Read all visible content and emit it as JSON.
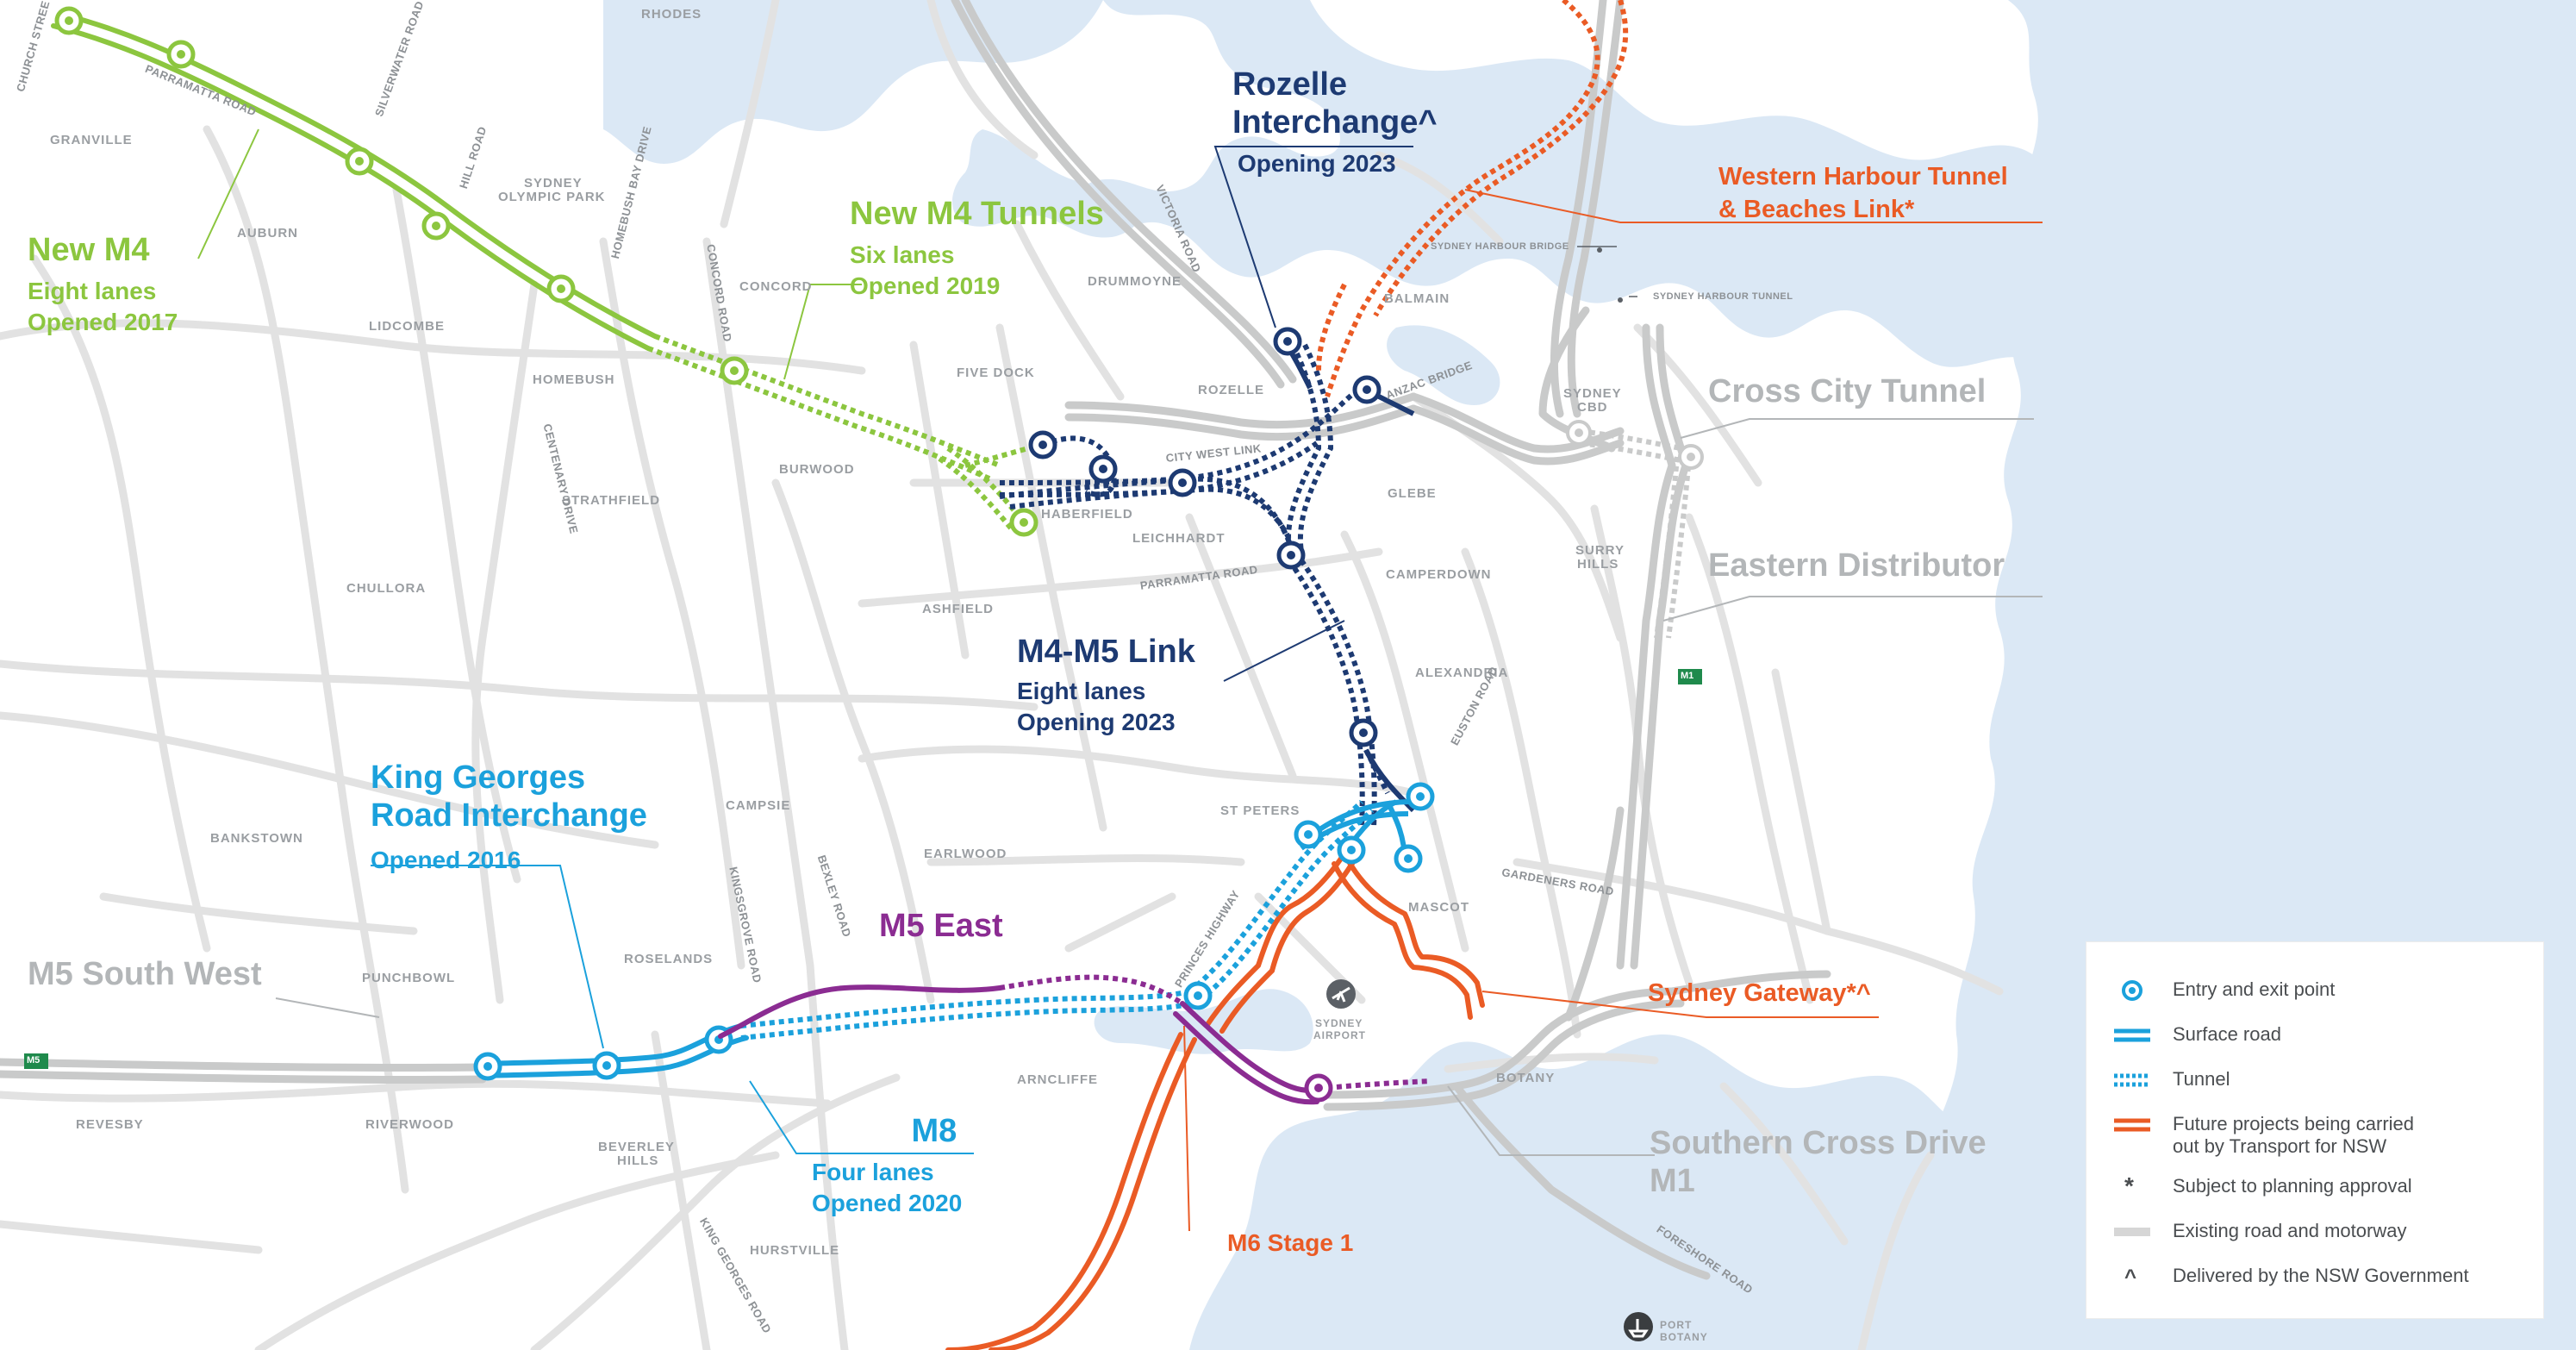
{
  "colors": {
    "water": "#dbe8f5",
    "road": "#e0e0e0",
    "new_m4": "#8cc63f",
    "navy": "#1d3a72",
    "orange": "#ea5b25",
    "sky": "#1ba1dc",
    "purple": "#8b2c92",
    "grey_label": "#b3b6b8"
  },
  "projects": {
    "new_m4": {
      "title": "New M4",
      "line1": "Eight lanes",
      "line2": "Opened 2017"
    },
    "new_m4_tunnels": {
      "title": "New M4 Tunnels",
      "line1": "Six lanes",
      "line2": "Opened 2019"
    },
    "rozelle": {
      "title1": "Rozelle",
      "title2": "Interchange^",
      "line1": "Opening 2023"
    },
    "whtbl": {
      "title1": "Western Harbour Tunnel",
      "title2": "& Beaches Link*"
    },
    "cross_city": {
      "title": "Cross City Tunnel"
    },
    "eastern_dist": {
      "title": "Eastern Distributor"
    },
    "m4m5": {
      "title": "M4-M5 Link",
      "line1": "Eight lanes",
      "line2": "Opening 2023"
    },
    "kgri": {
      "title1": "King Georges",
      "title2": "Road Interchange",
      "line1": "Opened 2016"
    },
    "m5_south_west": {
      "title": "M5 South West"
    },
    "m5_east": {
      "title": "M5 East"
    },
    "m8": {
      "title": "M8",
      "line1": "Four lanes",
      "line2": "Opened 2020"
    },
    "sydney_gateway": {
      "title": "Sydney Gateway*^"
    },
    "southern_cross": {
      "title1": "Southern Cross Drive",
      "title2": "M1"
    },
    "m6": {
      "title": "M6 Stage 1"
    }
  },
  "suburbs": {
    "rhodes": "RHODES",
    "granville": "GRANVILLE",
    "auburn": "AUBURN",
    "sydney_olympic_park_1": "SYDNEY",
    "sydney_olympic_park_2": "OLYMPIC PARK",
    "concord": "CONCORD",
    "drummoyne": "DRUMMOYNE",
    "lidcombe": "LIDCOMBE",
    "homebush": "HOMEBUSH",
    "five_dock": "FIVE DOCK",
    "rozelle": "ROZELLE",
    "balmain": "BALMAIN",
    "sydney_cbd_1": "SYDNEY",
    "sydney_cbd_2": "CBD",
    "burwood": "BURWOOD",
    "haberfield": "HABERFIELD",
    "leichhardt": "LEICHHARDT",
    "glebe": "GLEBE",
    "strathfield": "STRATHFIELD",
    "surry_hills_1": "SURRY",
    "surry_hills_2": "HILLS",
    "chullora": "CHULLORA",
    "camperdown": "CAMPERDOWN",
    "ashfield": "ASHFIELD",
    "alexandria": "ALEXANDRIA",
    "campsie": "CAMPSIE",
    "st_peters": "ST PETERS",
    "bankstown": "BANKSTOWN",
    "earlwood": "EARLWOOD",
    "mascot": "MASCOT",
    "punchbowl": "PUNCHBOWL",
    "roselands": "ROSELANDS",
    "arncliffe": "ARNCLIFFE",
    "botany": "BOTANY",
    "revesby": "REVESBY",
    "riverwood": "RIVERWOOD",
    "beverley_hills_1": "BEVERLEY",
    "beverley_hills_2": "HILLS",
    "hurstville": "HURSTVILLE",
    "sydney_airport_1": "SYDNEY",
    "sydney_airport_2": "AIRPORT",
    "port_botany_1": "PORT",
    "port_botany_2": "BOTANY"
  },
  "roads": {
    "church_street": "CHURCH STREET",
    "parramatta_road": "PARRAMATTA ROAD",
    "silverwater_road": "SILVERWATER ROAD",
    "hill_road": "HILL ROAD",
    "homebush_bay_drive": "HOMEBUSH BAY DRIVE",
    "concord_road": "CONCORD ROAD",
    "victoria_road": "VICTORIA ROAD",
    "sydney_harbour_bridge": "SYDNEY HARBOUR BRIDGE",
    "sydney_harbour_tunnel": "SYDNEY HARBOUR TUNNEL",
    "anzac_bridge": "ANZAC BRIDGE",
    "city_west_link": "CITY WEST LINK",
    "centenary_drive": "CENTENARY DRIVE",
    "parramatta_road_2": "PARRAMATTA ROAD",
    "euston_road": "EUSTON ROAD",
    "gardeners_road": "GARDENERS ROAD",
    "kingsgrove_road": "KINGSGROVE ROAD",
    "bexley_road": "BEXLEY ROAD",
    "princes_highway": "PRINCES HIGHWAY",
    "king_georges_road": "KING GEORGES ROAD",
    "foreshore_road": "FORESHORE ROAD",
    "m1_shield": "M1",
    "m5_shield": "M5"
  },
  "legend": {
    "entry_exit": "Entry and exit point",
    "surface_road": "Surface road",
    "tunnel": "Tunnel",
    "future_1": "Future projects being carried",
    "future_2": "out by Transport for NSW",
    "planning_symbol": "*",
    "planning": "Subject to planning approval",
    "existing": "Existing road and motorway",
    "nsw_symbol": "^",
    "nsw_gov": "Delivered by the NSW Government"
  }
}
